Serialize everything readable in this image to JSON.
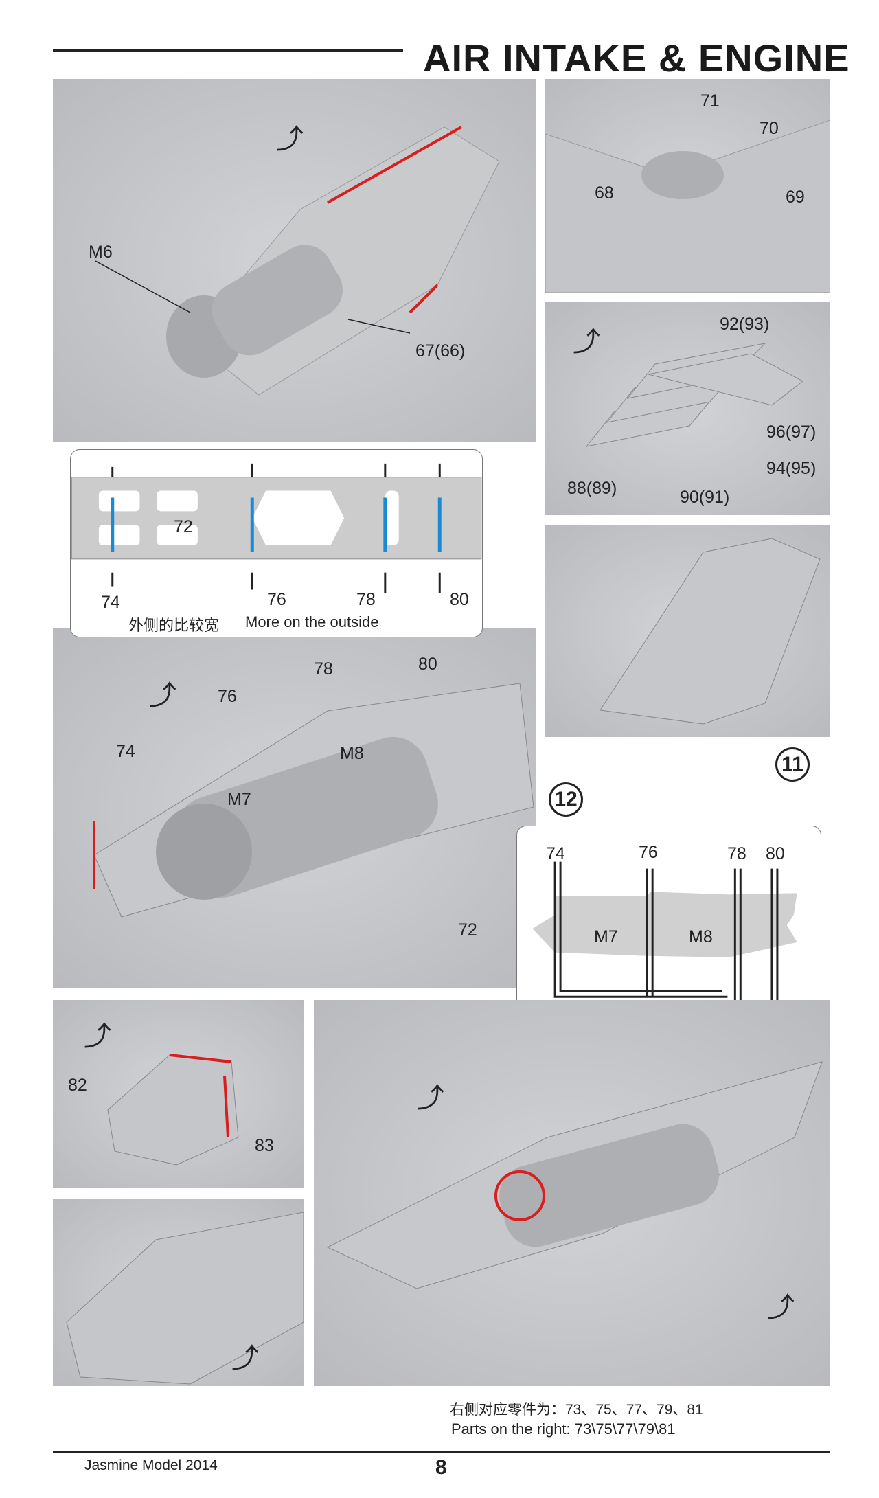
{
  "header": {
    "title": "AIR INTAKE & ENGINE"
  },
  "photo_a": {
    "labels": [
      "M6",
      "67(66)"
    ]
  },
  "photo_b": {
    "labels": [
      "71",
      "70",
      "68",
      "69"
    ]
  },
  "photo_c": {
    "labels": [
      "92(93)",
      "96(97)",
      "94(95)",
      "88(89)",
      "90(91)"
    ]
  },
  "diagram_72": {
    "part": "72",
    "labels": [
      "74",
      "76",
      "78",
      "80"
    ],
    "caption_cn": "外侧的比较宽",
    "caption_en": "More on the outside"
  },
  "step_11": "11",
  "step_12": "12",
  "photo_e": {
    "labels": [
      "78",
      "80",
      "76",
      "74",
      "M8",
      "M7",
      "72"
    ]
  },
  "diagram_12": {
    "labels": [
      "74",
      "76",
      "78",
      "80"
    ],
    "engines": [
      "M7",
      "M8"
    ]
  },
  "photo_f": {
    "labels": [
      "82",
      "83"
    ]
  },
  "note": {
    "cn": "右侧对应零件为：73、75、77、79、81",
    "en": "Parts on the right: 73\\75\\77\\79\\81"
  },
  "footer": {
    "brand": "Jasmine Model 2014",
    "page": "8"
  },
  "colors": {
    "red_mark": "#d81e1e",
    "blue_mark": "#1a8ad4"
  }
}
